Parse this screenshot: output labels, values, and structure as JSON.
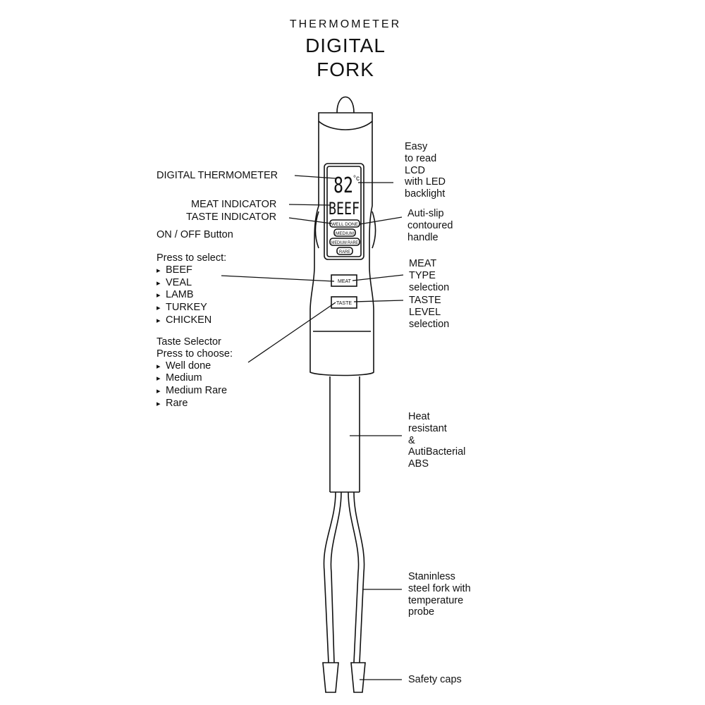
{
  "title": {
    "line1": "THERMOMETER",
    "line2": "DIGITAL",
    "line3": "FORK"
  },
  "left_labels": {
    "digital_thermometer": "DIGITAL THERMOMETER",
    "meat_indicator": "MEAT INDICATOR",
    "taste_indicator": "TASTE INDICATOR",
    "on_off": "ON / OFF Button"
  },
  "meat_select": {
    "heading": "Press to select:",
    "options": [
      "BEEF",
      "VEAL",
      "LAMB",
      "TURKEY",
      "CHICKEN"
    ]
  },
  "taste_select": {
    "heading1": "Taste Selector",
    "heading2": "Press to choose:",
    "options": [
      "Well done",
      "Medium",
      "Medium Rare",
      "Rare"
    ]
  },
  "right_labels": {
    "lcd": [
      "Easy",
      "to read",
      "LCD",
      "with LED",
      "backlight"
    ],
    "handle": [
      "Auti-slip",
      "contoured",
      "handle"
    ],
    "meat_type": [
      "MEAT",
      "TYPE",
      "selection"
    ],
    "taste_level": [
      "TASTE",
      "LEVEL",
      "selection"
    ],
    "heat": [
      "Heat",
      "resistant",
      "&",
      "AutiBacterial",
      "ABS"
    ],
    "fork": [
      "Staninless",
      "steel fork with",
      "temperature",
      "probe"
    ],
    "caps": "Safety caps"
  },
  "lcd": {
    "temperature": "82",
    "unit": "°c",
    "meat": "BEEF",
    "taste_levels": [
      "WELL DONE",
      "MEDIUM",
      "MEDIUM RARE",
      "RARE"
    ]
  },
  "buttons": {
    "meat": "MEAT",
    "taste": "TASTE"
  }
}
